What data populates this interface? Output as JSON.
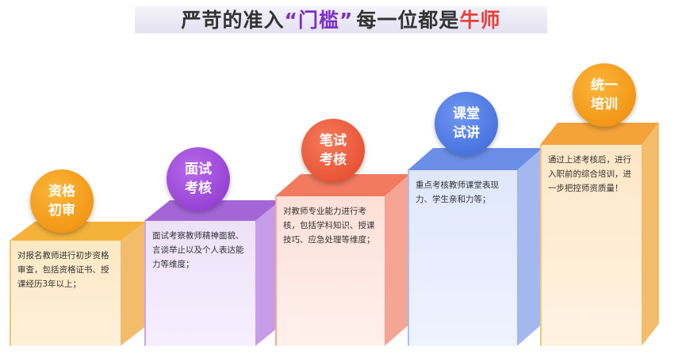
{
  "title": {
    "part1": "严苛的准入",
    "quote": "“门槛”",
    "part2": "每一位都是",
    "highlight": "牛师"
  },
  "steps": [
    {
      "line1": "资格",
      "line2": "初审",
      "desc": "对报名教师进行初步资格审查，包括资格证书、授课经历3年以上；",
      "color": "#f59a18"
    },
    {
      "line1": "面试",
      "line2": "考核",
      "desc": "面试考察教师精神面貌、言谈举止以及个人表达能力等维度；",
      "color": "#9b45d9"
    },
    {
      "line1": "笔试",
      "line2": "考核",
      "desc": "对教师专业能力进行考核，包括学科知识、授课技巧、应急处理等维度；",
      "color": "#f05a3c"
    },
    {
      "line1": "课堂",
      "line2": "试讲",
      "desc": "重点考核教师课堂表现力、学生亲和力等；",
      "color": "#4a7de8"
    },
    {
      "line1": "统一",
      "line2": "培训",
      "desc": "通过上述考核后，进行入职前的综合培训，进一步把控师资质量！",
      "color": "#f59a18"
    }
  ]
}
